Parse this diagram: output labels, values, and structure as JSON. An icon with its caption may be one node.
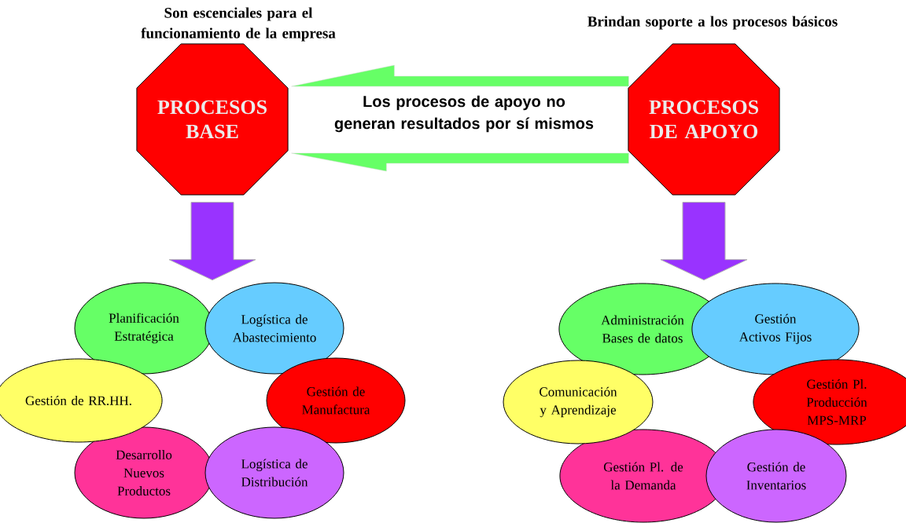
{
  "diagram": {
    "nodes": [
      {
        "text": [
          "PROCESOS BASE"
        ],
        "beside": [
          "Son escenciales para el funcionamiento de la empresa"
        ]
      },
      {
        "text": [
          "PROCESOS DE APOYO"
        ],
        "beside": [
          "Brindan soporte a los procesos básicos"
        ]
      },
      {
        "text": [
          "Planificación Estratégica"
        ]
      },
      {
        "text": [
          "Logística de Abastecimiento"
        ]
      },
      {
        "text": [
          "Gestión de RR.HH."
        ]
      },
      {
        "text": [
          "Gestión de Manufactura"
        ]
      },
      {
        "text": [
          "Desarrollo Nuevos Productos"
        ]
      },
      {
        "text": [
          "Logística de Distribución"
        ]
      },
      {
        "text": [
          "Administración Bases de datos"
        ]
      },
      {
        "text": [
          "Gestión Activos Fijos"
        ]
      },
      {
        "text": [
          "Comunicación y Aprendizaje"
        ]
      },
      {
        "text": [
          "Gestión Pl. Producción MPS-MRP"
        ]
      },
      {
        "text": [
          "Gestión Pl. de la Demanda"
        ]
      },
      {
        "text": [
          "Gestión de Inventarios"
        ]
      }
    ],
    "edges": [
      {
        "from": 1,
        "to": 0,
        "arrow": "to",
        "label": "Los procesos de apoyo no generan resultados por sí mismos",
        "color": "#66ff66",
        "style": "thick"
      },
      {
        "from": 0,
        "to": null,
        "arrow": "to"
      },
      {
        "from": 1,
        "to": null,
        "arrow": "to"
      }
    ]
  }
}
